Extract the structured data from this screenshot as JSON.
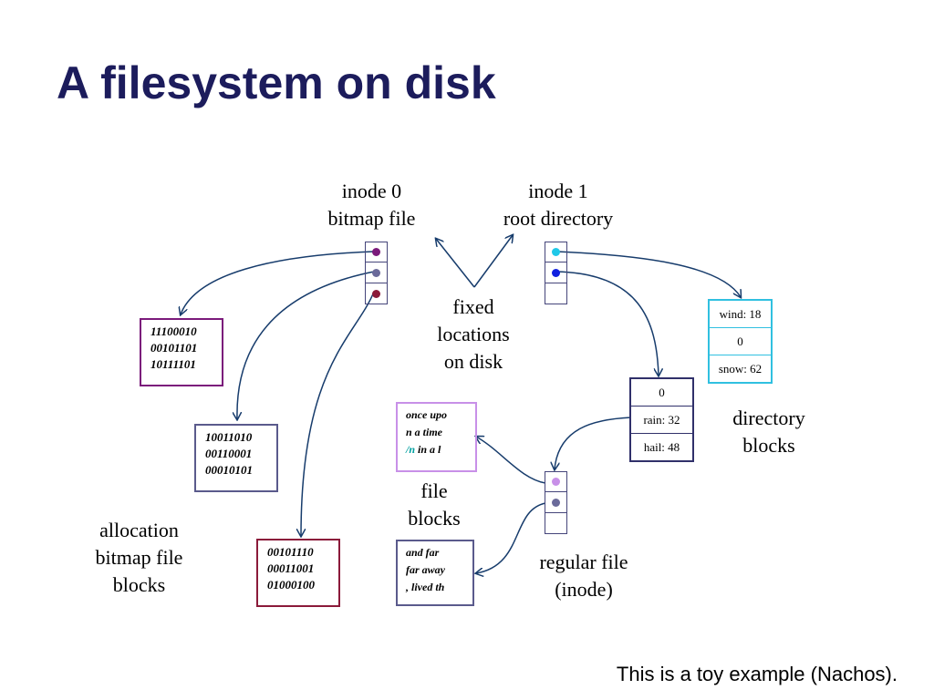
{
  "title": "A filesystem on disk",
  "labels": {
    "inode0": "inode 0\nbitmap file",
    "inode1": "inode 1\nroot directory",
    "fixed": "fixed\nlocations\non disk",
    "directory_blocks": "directory\nblocks",
    "file_blocks": "file\nblocks",
    "allocation": "allocation\nbitmap file\nblocks",
    "regular_file": "regular file\n(inode)"
  },
  "footer": "This is a toy example (Nachos).",
  "bitmap_blocks": [
    "11100010\n00101101\n10111101",
    "10011010\n00110001\n00010101",
    "00101110\n00011001\n01000100"
  ],
  "file_blocks": {
    "block1": {
      "part1": "once upo",
      "part2": "n a time",
      "highlight": "/n",
      "part3": " in a l"
    },
    "block2": {
      "line1": "and far",
      "line2": "far away",
      "line3": ", lived th"
    }
  },
  "directory_small": [
    "0",
    "rain: 32",
    "hail: 48"
  ],
  "directory_right": [
    "wind: 18",
    "0",
    "snow: 62"
  ],
  "colors": {
    "title": "#1c1c5c",
    "box1": "#7b1a7b",
    "box2": "#5a5a8c",
    "box3": "#8b1a3a",
    "filebox": "#c890e8",
    "dir_right": "#30c0e0",
    "dir_small": "#30306a",
    "arrow": "#173c6c",
    "highlight": "#00a0a0",
    "dot_purple": "#7b1a7b",
    "dot_gray": "#6a6a9a",
    "dot_maroon": "#8b1a3a",
    "dot_cyan": "#20c8e8",
    "dot_blue": "#1020e0",
    "dot_lilac": "#c890e8"
  }
}
